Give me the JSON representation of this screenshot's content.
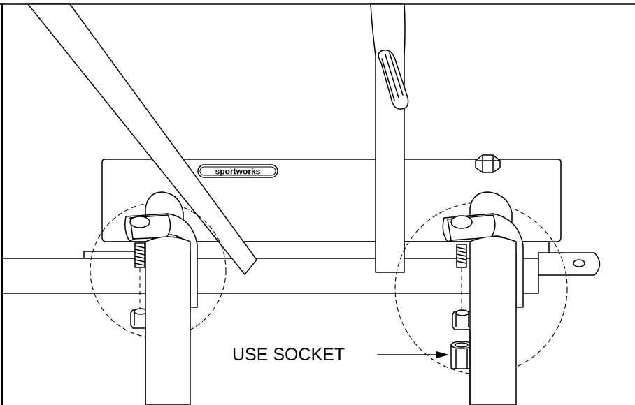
{
  "brand": {
    "logo_text": "sportworks"
  },
  "callouts": [
    {
      "label": "USE SOCKET"
    }
  ],
  "parts": {
    "left_clamp": "clamp-left",
    "right_clamp": "clamp-right",
    "mounting_bolt": "hex-bolt",
    "socket": "socket"
  }
}
